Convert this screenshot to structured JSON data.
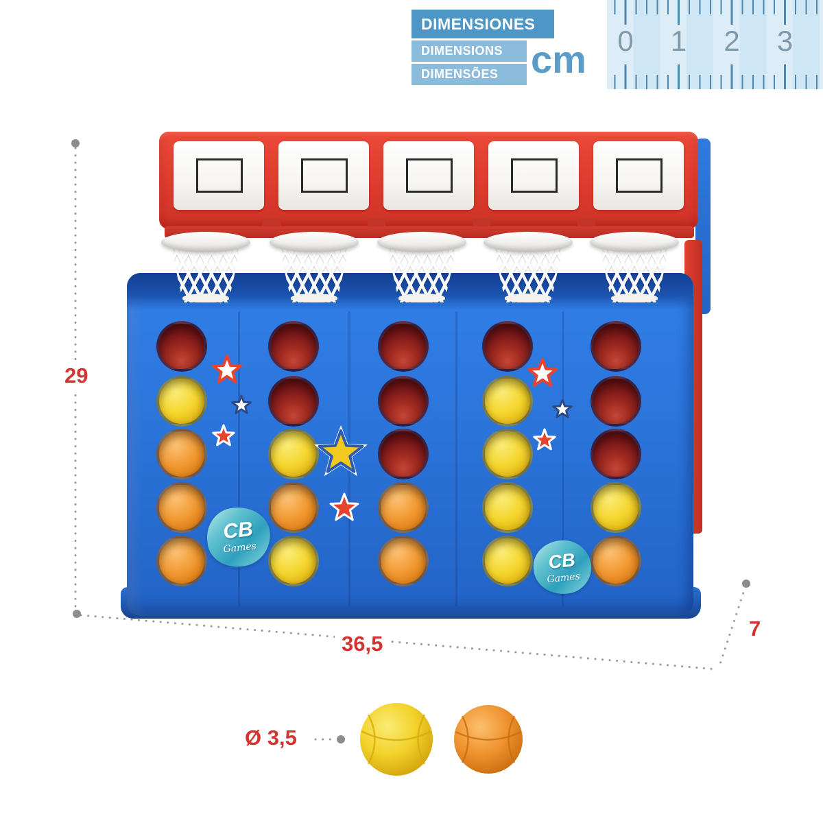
{
  "header": {
    "title_primary": "DIMENSIONES",
    "title_secondary": "DIMENSIONS",
    "title_tertiary": "DIMENSÕES",
    "unit": "cm",
    "ruler_numbers": [
      "0",
      "1",
      "2",
      "3"
    ]
  },
  "dimensions": {
    "height_cm": "29",
    "width_cm": "36,5",
    "depth_cm": "7",
    "ball_diameter_label": "Ø 3,5"
  },
  "product": {
    "brand": "CB",
    "brand_sub": "Games",
    "hoops": 5,
    "grid_columns": 5,
    "grid_rows": 5,
    "grid": [
      [
        "empty",
        "yellow",
        "orange",
        "orange",
        "orange"
      ],
      [
        "empty",
        "empty",
        "yellow",
        "orange",
        "yellow"
      ],
      [
        "empty",
        "empty",
        "empty",
        "orange",
        "orange"
      ],
      [
        "empty",
        "yellow",
        "yellow",
        "yellow",
        "yellow"
      ],
      [
        "empty",
        "empty",
        "empty",
        "yellow",
        "orange"
      ]
    ],
    "colors": {
      "red": "#d9392e",
      "body_blue": "#2b74da",
      "hole_dark_red": "#6b1113",
      "ball_yellow": "#f2d22e",
      "ball_orange": "#f0912a",
      "logo_teal": "#46b0c4"
    }
  },
  "annotation_colors": {
    "dimension_text_red": "#d23531",
    "line_gray": "#979797",
    "header_blue": "#4e96c6",
    "header_blue_light": "#8cbcdc",
    "cm_text_blue": "#5b9cc9"
  }
}
